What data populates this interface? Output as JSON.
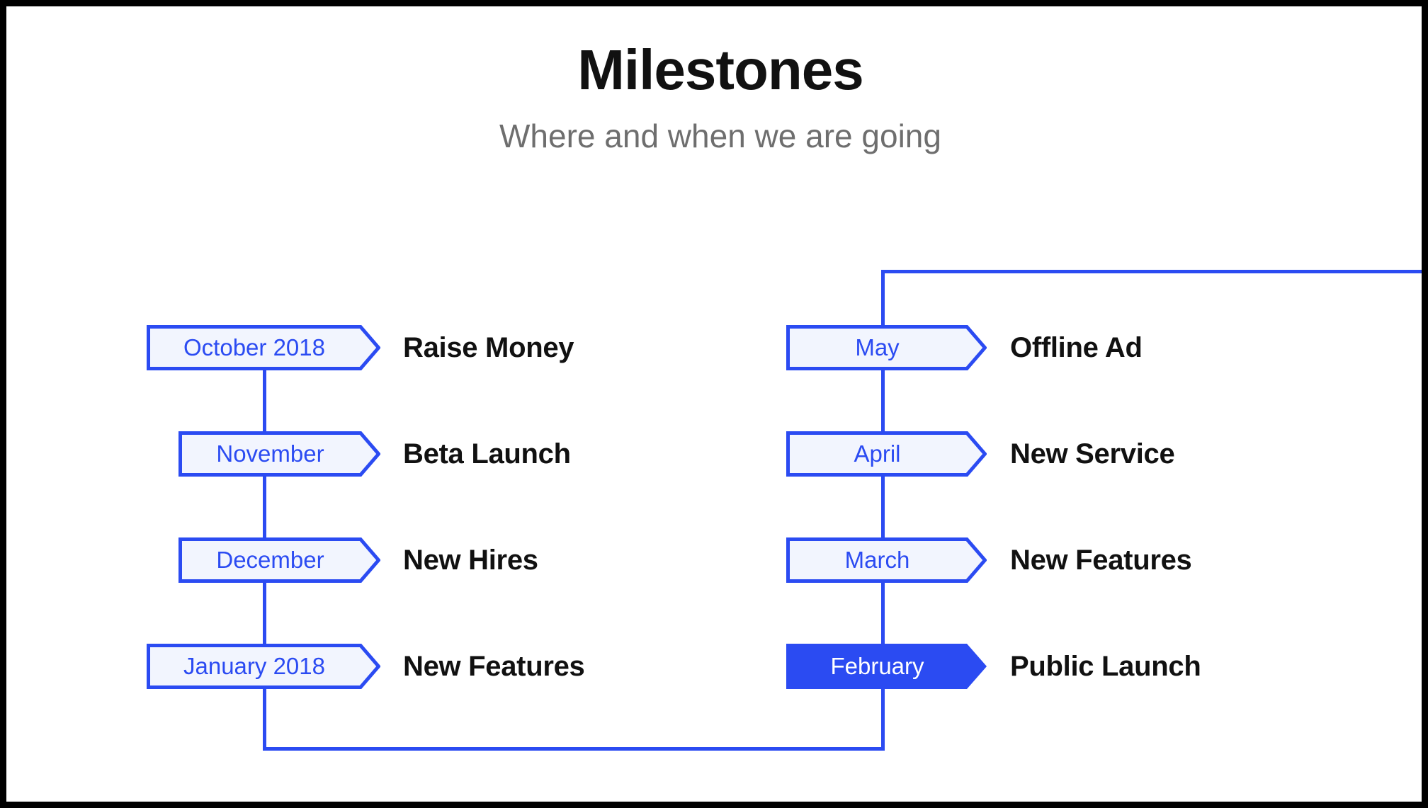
{
  "header": {
    "title": "Milestones",
    "subtitle": "Where and when we are going"
  },
  "colors": {
    "accent": "#2b4bf2",
    "chevron_fill": "#f2f5fe",
    "chevron_text": "#2b4bf2",
    "active_fill": "#2b4bf2",
    "active_text": "#ffffff",
    "event_text": "#111111",
    "subtitle_text": "#6e6e6e",
    "canvas_border": "#000000"
  },
  "timeline": {
    "left_column": [
      {
        "period": "October 2018",
        "event": "Raise Money",
        "active": false
      },
      {
        "period": "November",
        "event": "Beta Launch",
        "active": false
      },
      {
        "period": "December",
        "event": "New Hires",
        "active": false
      },
      {
        "period": "January 2018",
        "event": "New Features",
        "active": false
      }
    ],
    "right_column": [
      {
        "period": "May",
        "event": "Offline Ad",
        "active": false
      },
      {
        "period": "April",
        "event": "New Service",
        "active": false
      },
      {
        "period": "March",
        "event": "New Features",
        "active": false
      },
      {
        "period": "February",
        "event": "Public Launch",
        "active": true
      }
    ]
  }
}
